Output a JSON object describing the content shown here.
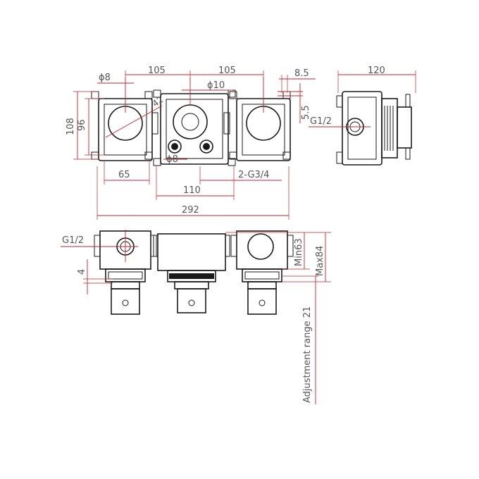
{
  "dimensions": {
    "top_view": {
      "dia_8_top": "ϕ8",
      "spacing_left": "105",
      "spacing_right": "105",
      "offset_8_5": "8.5",
      "dia_10": "ϕ10",
      "radius_42": "42",
      "offset_5_5": "5.5",
      "height_108": "108",
      "height_96": "96",
      "dia_8_bottom": "ϕ8",
      "width_65": "65",
      "thread_2_g3_4": "2-G3/4",
      "width_110": "110",
      "overall_292": "292"
    },
    "side_view": {
      "depth_120": "120",
      "thread_g1_2": "G1/2"
    },
    "front_view": {
      "thread_g1_2": "G1/2",
      "gap_4": "4",
      "min_63": "Min63",
      "max_84": "Max84",
      "adjustment_range": "Adjustment range 21"
    }
  }
}
